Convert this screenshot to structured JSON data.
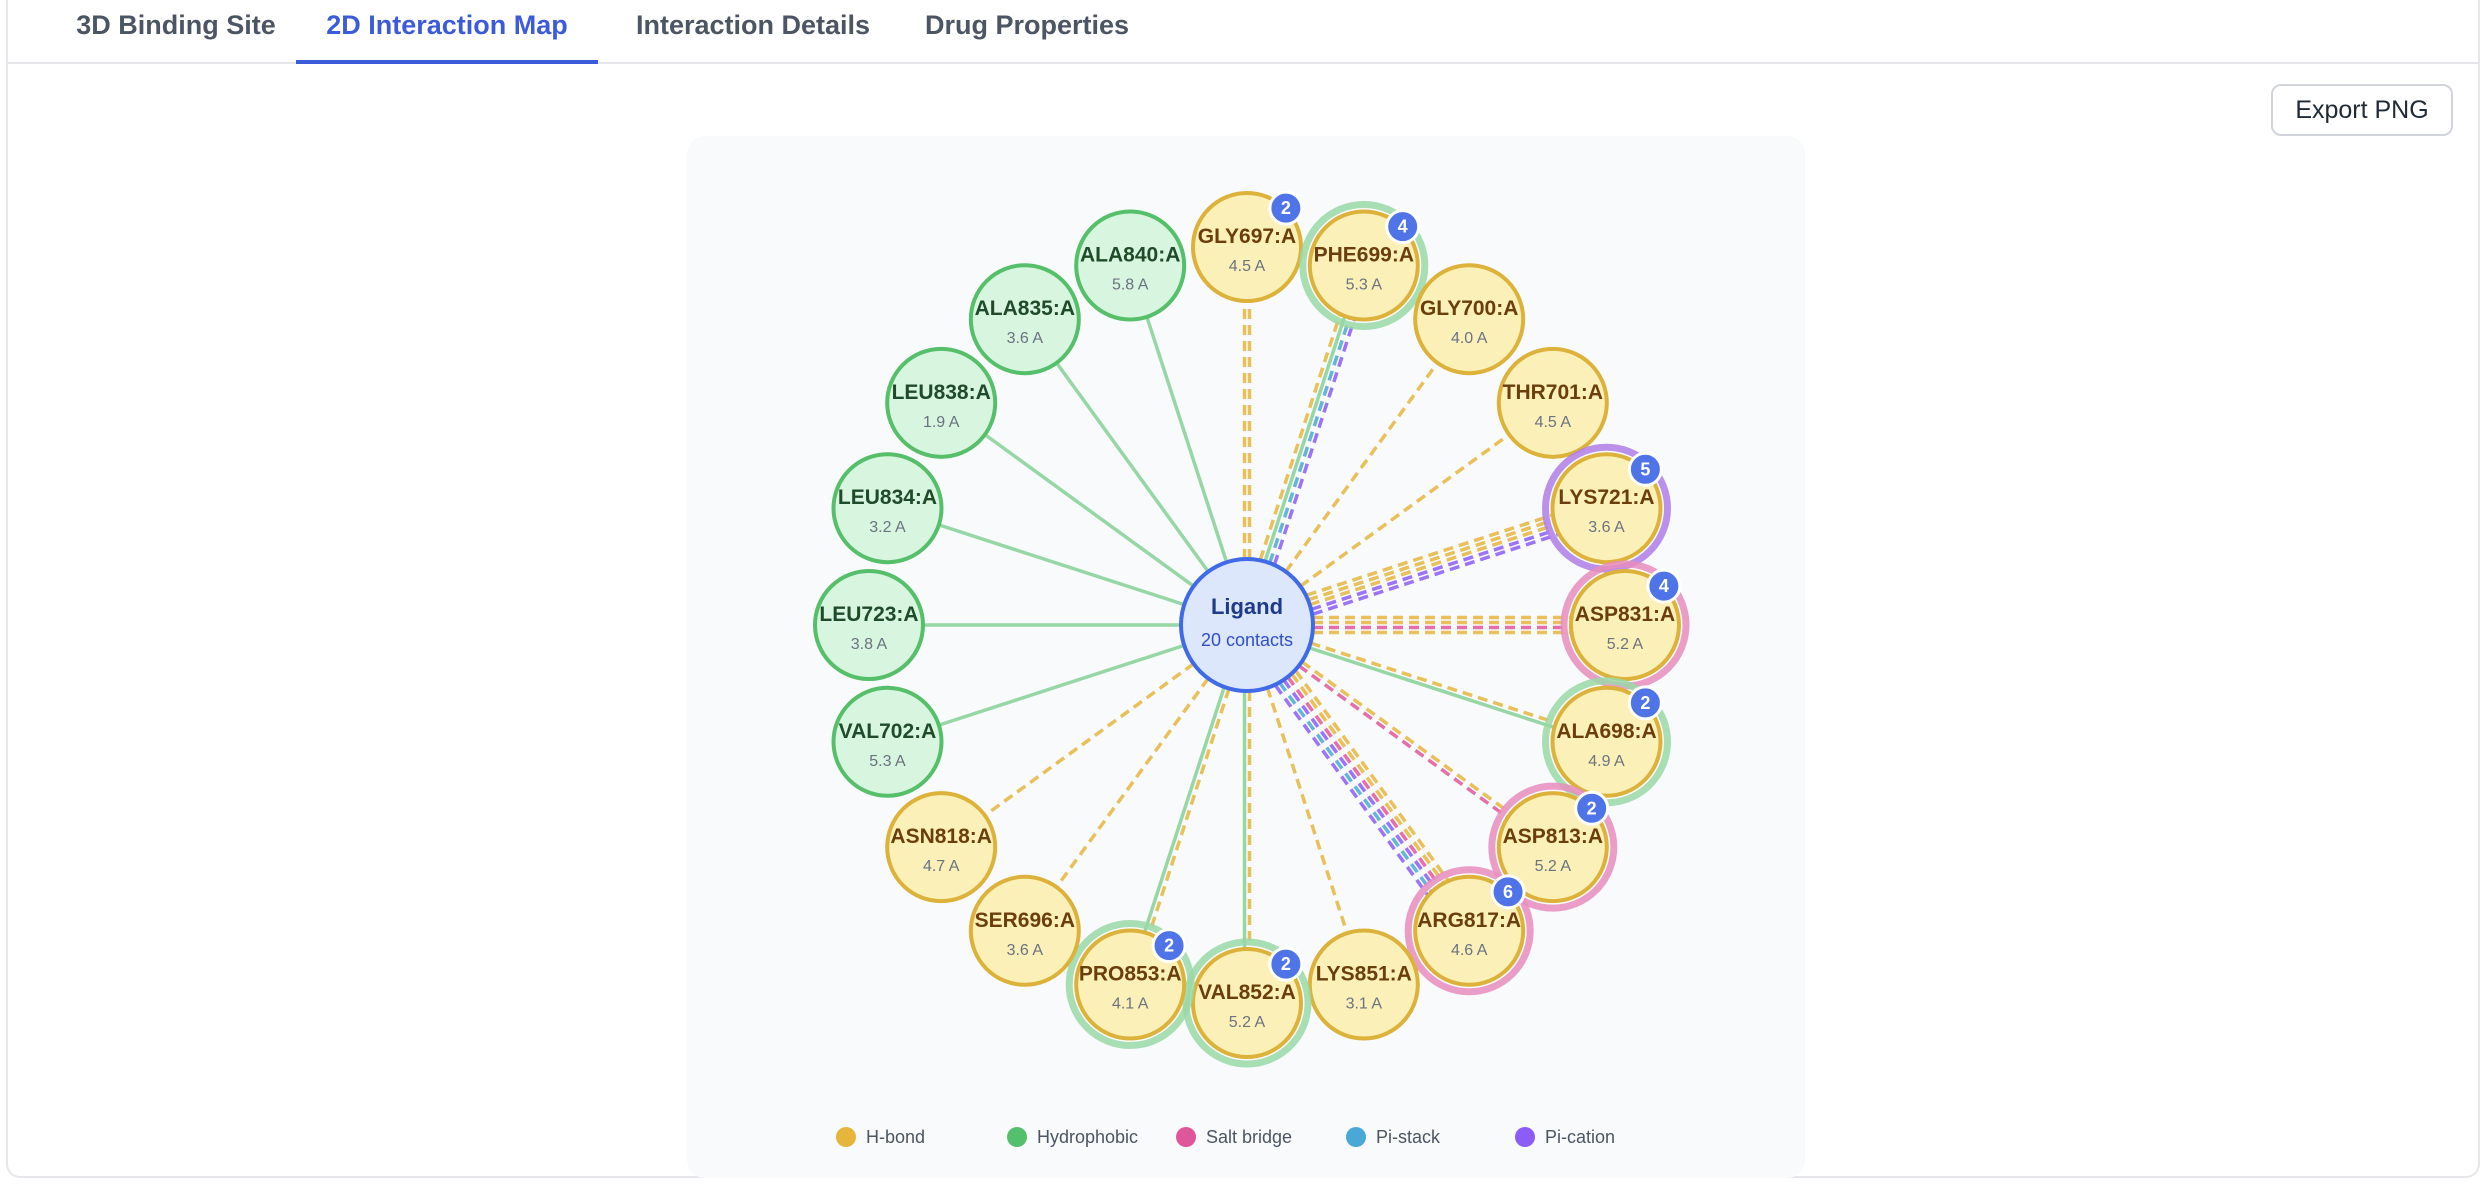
{
  "tabs": [
    {
      "label": "3D Binding Site",
      "active": false
    },
    {
      "label": "2D Interaction Map",
      "active": true
    },
    {
      "label": "Interaction Details",
      "active": false
    },
    {
      "label": "Drug Properties",
      "active": false
    }
  ],
  "toolbar": {
    "export_label": "Export PNG"
  },
  "colors": {
    "hbond": "#e6b53c",
    "hydrophobic": "#55c06b",
    "salt_bridge": "#e0569a",
    "pi_stack": "#4aa8d6",
    "pi_cation": "#8b5cf6",
    "badge": "#4f74e8",
    "ligand_fill": "#dde7fb",
    "ligand_stroke": "#3f6be8"
  },
  "ligand": {
    "label": "Ligand",
    "contacts_label": "20 contacts"
  },
  "residues": [
    {
      "name": "GLY697:A",
      "distance": "4.5 A",
      "type": "hbond",
      "badge": "2",
      "types": [
        "hbond",
        "hbond"
      ]
    },
    {
      "name": "PHE699:A",
      "distance": "5.3 A",
      "type": "hbond",
      "badge": "4",
      "types": [
        "hbond",
        "hydrophobic",
        "pi_stack",
        "pi_cation"
      ]
    },
    {
      "name": "GLY700:A",
      "distance": "4.0 A",
      "type": "hbond",
      "badge": "",
      "types": [
        "hbond"
      ]
    },
    {
      "name": "THR701:A",
      "distance": "4.5 A",
      "type": "hbond",
      "badge": "",
      "types": [
        "hbond"
      ]
    },
    {
      "name": "LYS721:A",
      "distance": "3.6 A",
      "type": "hbond",
      "badge": "5",
      "types": [
        "hbond",
        "hbond",
        "hbond",
        "pi_cation",
        "pi_cation"
      ]
    },
    {
      "name": "ASP831:A",
      "distance": "5.2 A",
      "type": "hbond",
      "badge": "4",
      "types": [
        "hbond",
        "hbond",
        "salt_bridge",
        "hbond"
      ]
    },
    {
      "name": "ALA698:A",
      "distance": "4.9 A",
      "type": "hbond",
      "badge": "2",
      "types": [
        "hbond",
        "hydrophobic"
      ]
    },
    {
      "name": "ASP813:A",
      "distance": "5.2 A",
      "type": "hbond",
      "badge": "2",
      "types": [
        "hbond",
        "salt_bridge"
      ]
    },
    {
      "name": "ARG817:A",
      "distance": "4.6 A",
      "type": "hbond",
      "badge": "6",
      "types": [
        "hbond",
        "hbond",
        "salt_bridge",
        "pi_cation",
        "pi_stack",
        "pi_cation"
      ]
    },
    {
      "name": "LYS851:A",
      "distance": "3.1 A",
      "type": "hbond",
      "badge": "",
      "types": [
        "hbond"
      ]
    },
    {
      "name": "VAL852:A",
      "distance": "5.2 A",
      "type": "hbond",
      "badge": "2",
      "types": [
        "hbond",
        "hydrophobic"
      ]
    },
    {
      "name": "PRO853:A",
      "distance": "4.1 A",
      "type": "hbond",
      "badge": "2",
      "types": [
        "hbond",
        "hydrophobic"
      ]
    },
    {
      "name": "SER696:A",
      "distance": "3.6 A",
      "type": "hbond",
      "badge": "",
      "types": [
        "hbond"
      ]
    },
    {
      "name": "ASN818:A",
      "distance": "4.7 A",
      "type": "hbond",
      "badge": "",
      "types": [
        "hbond"
      ]
    },
    {
      "name": "VAL702:A",
      "distance": "5.3 A",
      "type": "hydrophobic",
      "badge": "",
      "types": [
        "hydrophobic"
      ]
    },
    {
      "name": "LEU723:A",
      "distance": "3.8 A",
      "type": "hydrophobic",
      "badge": "",
      "types": [
        "hydrophobic"
      ]
    },
    {
      "name": "LEU834:A",
      "distance": "3.2 A",
      "type": "hydrophobic",
      "badge": "",
      "types": [
        "hydrophobic"
      ]
    },
    {
      "name": "LEU838:A",
      "distance": "1.9 A",
      "type": "hydrophobic",
      "badge": "",
      "types": [
        "hydrophobic"
      ]
    },
    {
      "name": "ALA835:A",
      "distance": "3.6 A",
      "type": "hydrophobic",
      "badge": "",
      "types": [
        "hydrophobic"
      ]
    },
    {
      "name": "ALA840:A",
      "distance": "5.8 A",
      "type": "hydrophobic",
      "badge": "",
      "types": [
        "hydrophobic"
      ]
    }
  ],
  "legend": [
    {
      "label": "H-bond",
      "key": "hbond"
    },
    {
      "label": "Hydrophobic",
      "key": "hydrophobic"
    },
    {
      "label": "Salt bridge",
      "key": "salt_bridge"
    },
    {
      "label": "Pi-stack",
      "key": "pi_stack"
    },
    {
      "label": "Pi-cation",
      "key": "pi_cation"
    }
  ]
}
